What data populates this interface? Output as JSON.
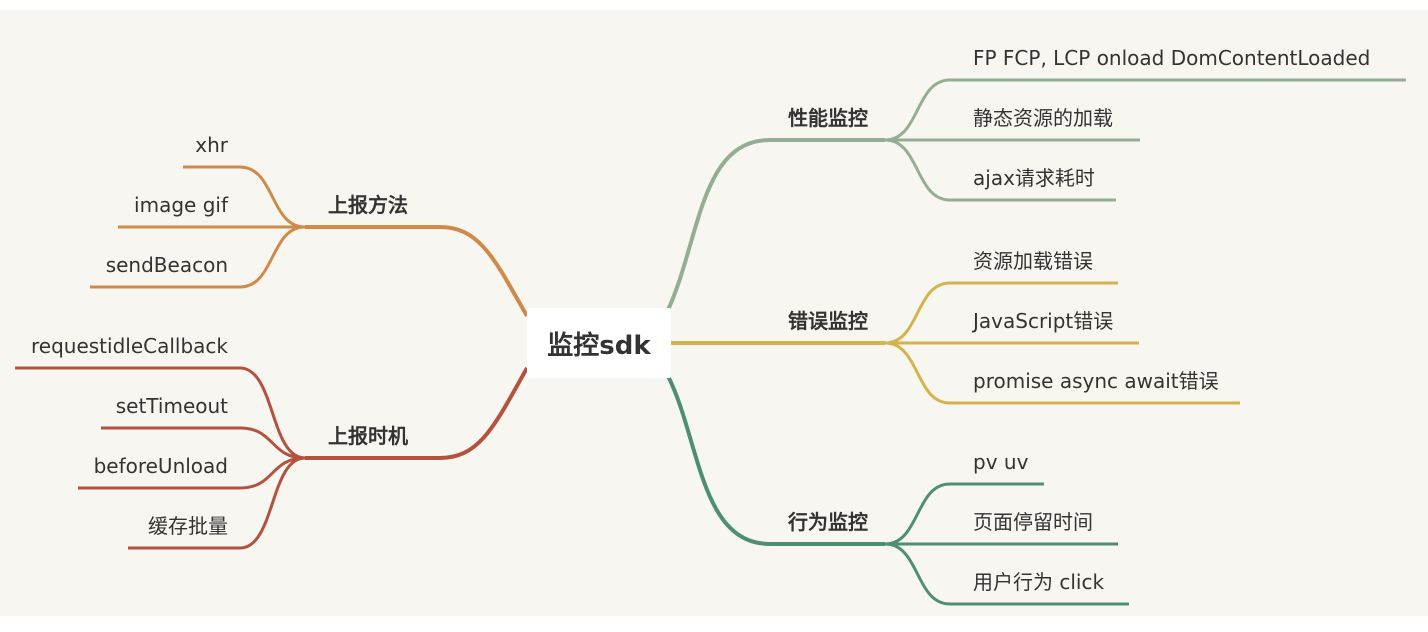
{
  "root": {
    "label": "监控sdk"
  },
  "colors": {
    "background": "#f8f6f0",
    "performance": "#93ae92",
    "error": "#d4b44a",
    "behavior": "#4e8f73",
    "report_method": "#d08a48",
    "report_timing": "#b3523f"
  },
  "right": [
    {
      "label": "性能监控",
      "children": [
        "FP FCP, LCP onload DomContentLoaded",
        "静态资源的加载",
        "ajax请求耗时"
      ]
    },
    {
      "label": "错误监控",
      "children": [
        "资源加载错误",
        "JavaScript错误",
        "promise async await错误"
      ]
    },
    {
      "label": "行为监控",
      "children": [
        "pv uv",
        "页面停留时间",
        "用户行为 click"
      ]
    }
  ],
  "left": [
    {
      "label": "上报方法",
      "children": [
        "xhr",
        "image gif",
        "sendBeacon"
      ]
    },
    {
      "label": "上报时机",
      "children": [
        "requestidleCallback",
        "setTimeout",
        "beforeUnload",
        "缓存批量"
      ]
    }
  ]
}
